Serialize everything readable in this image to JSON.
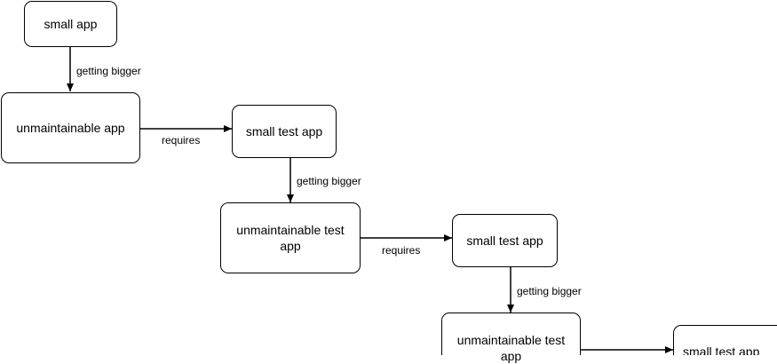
{
  "diagram": {
    "nodes": [
      {
        "id": "n1",
        "label": "small app"
      },
      {
        "id": "n2",
        "label": "unmaintainable app"
      },
      {
        "id": "n3",
        "label": "small test app"
      },
      {
        "id": "n4",
        "label": "unmaintainable test app"
      },
      {
        "id": "n5",
        "label": "small test app"
      },
      {
        "id": "n6",
        "label": "unmaintainable test app"
      },
      {
        "id": "n7",
        "label": "small test app"
      }
    ],
    "edges": [
      {
        "from": "n1",
        "to": "n2",
        "label": "getting bigger"
      },
      {
        "from": "n2",
        "to": "n3",
        "label": "requires"
      },
      {
        "from": "n3",
        "to": "n4",
        "label": "getting bigger"
      },
      {
        "from": "n4",
        "to": "n5",
        "label": "requires"
      },
      {
        "from": "n5",
        "to": "n6",
        "label": "getting bigger"
      },
      {
        "from": "n6",
        "to": "n7",
        "label": ""
      }
    ]
  }
}
